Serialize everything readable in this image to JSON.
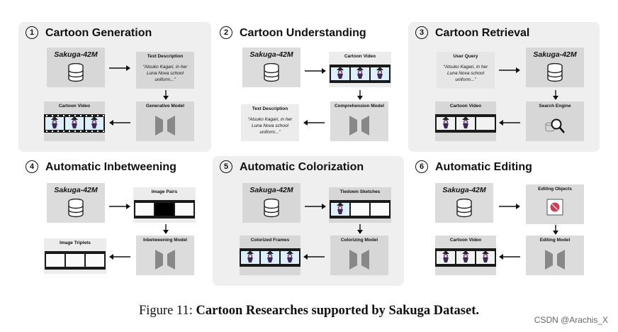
{
  "panels": [
    {
      "num": "1",
      "title": "Cartoon Generation",
      "top_left": "Sakuga-42M",
      "top_right": "Text Description",
      "quote": "“Atsuko Kagari, in her Luna Nova school uniform...”",
      "bottom_right": "Generative Model",
      "bottom_left": "Cartoon Video"
    },
    {
      "num": "2",
      "title": "Cartoon Understanding",
      "top_left": "Sakuga-42M",
      "top_right": "Cartoon Video",
      "bottom_right": "Comprehension Model",
      "bottom_left": "Text Description",
      "quote": "“Atsuko Kagari, in her Luna Nova school uniform...”"
    },
    {
      "num": "3",
      "title": "Cartoon Retrieval",
      "top_left": "User Query",
      "quote": "“Atsuko Kagari, in her Luna Nova school uniform...”",
      "top_right": "Sakuga-42M",
      "bottom_right": "Search Engine",
      "bottom_left": "Cartoon Video"
    },
    {
      "num": "4",
      "title": "Automatic Inbetweening",
      "top_left": "Sakuga-42M",
      "top_right": "Image Pairs",
      "bottom_right": "Inbetweening Model",
      "bottom_left": "Image Triplets"
    },
    {
      "num": "5",
      "title": "Automatic Colorization",
      "top_left": "Sakuga-42M",
      "top_right": "Tiedown Sketches",
      "bottom_right": "Colorizing Model",
      "bottom_left": "Colorized Frames"
    },
    {
      "num": "6",
      "title": "Automatic Editing",
      "top_left": "Sakuga-42M",
      "top_right": "Editing Objects",
      "bottom_right": "Editing Model",
      "bottom_left": "Cartoon Video"
    }
  ],
  "caption": {
    "prefix": "Figure 11: ",
    "bold": "Cartoon Researches supported by Sakuga Dataset."
  },
  "watermark": "CSDN @Arachis_X"
}
